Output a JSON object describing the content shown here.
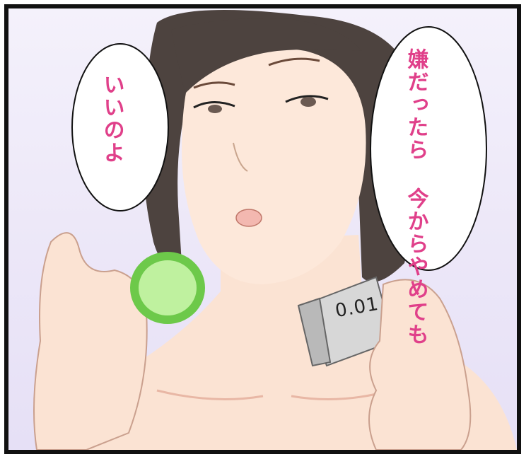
{
  "bubbles": {
    "left": {
      "text": "いいのよ"
    },
    "right": {
      "line1": "嫌だったら",
      "line2": "今からやめても"
    }
  },
  "package": {
    "label": "0.01"
  },
  "colors": {
    "speech_text": "#e0408a",
    "panel_border": "#111111",
    "background": "#ebe6f7",
    "skin": "#fbe3d3",
    "hair": "#4d433f",
    "ring": "#7fd75a"
  }
}
